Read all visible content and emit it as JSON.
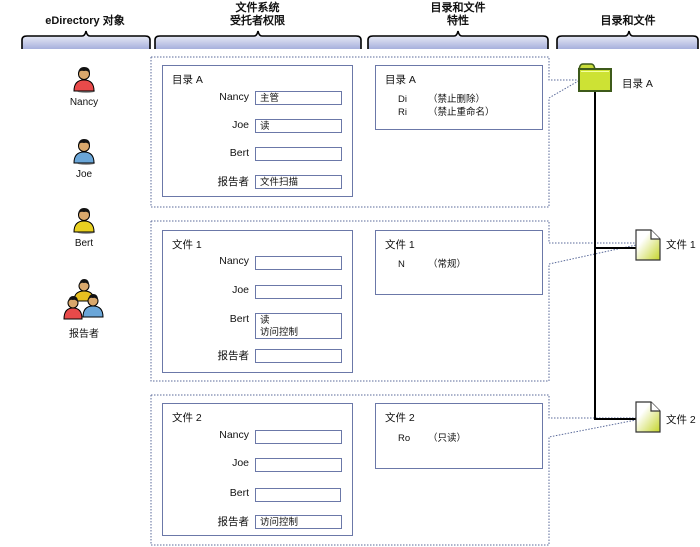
{
  "columns": {
    "objects": "eDirectory 对象",
    "trustees_line1": "文件系统",
    "trustees_line2": "受托者权限",
    "attributes_line1": "目录和文件",
    "attributes_line2": "特性",
    "tree": "目录和文件"
  },
  "users": [
    {
      "name": "Nancy",
      "icon": "user-red-icon",
      "color": "#e84a4a"
    },
    {
      "name": "Joe",
      "icon": "user-blue-icon",
      "color": "#5a9ad8"
    },
    {
      "name": "Bert",
      "icon": "user-yellow-icon",
      "color": "#e8c020"
    },
    {
      "name": "报告者",
      "icon": "group-icon",
      "color": "#e84a4a"
    }
  ],
  "sections": [
    {
      "title": "目录 A",
      "trustees": [
        {
          "user": "Nancy",
          "rights": [
            "主管"
          ]
        },
        {
          "user": "Joe",
          "rights": [
            "读"
          ]
        },
        {
          "user": "Bert",
          "rights": []
        },
        {
          "user": "报告者",
          "rights": [
            "文件扫描"
          ]
        }
      ],
      "attributes": [
        {
          "code": "Di",
          "desc": "（禁止删除）"
        },
        {
          "code": "Ri",
          "desc": "（禁止重命名）"
        }
      ]
    },
    {
      "title": "文件 1",
      "trustees": [
        {
          "user": "Nancy",
          "rights": []
        },
        {
          "user": "Joe",
          "rights": []
        },
        {
          "user": "Bert",
          "rights": [
            "读",
            "访问控制"
          ]
        },
        {
          "user": "报告者",
          "rights": []
        }
      ],
      "attributes": [
        {
          "code": "N",
          "desc": "（常规）"
        }
      ]
    },
    {
      "title": "文件 2",
      "trustees": [
        {
          "user": "Nancy",
          "rights": []
        },
        {
          "user": "Joe",
          "rights": []
        },
        {
          "user": "Bert",
          "rights": []
        },
        {
          "user": "报告者",
          "rights": [
            "访问控制"
          ]
        }
      ],
      "attributes": [
        {
          "code": "Ro",
          "desc": "（只读）"
        }
      ]
    }
  ],
  "tree": {
    "folder": {
      "label": "目录 A",
      "icon": "folder-icon"
    },
    "files": [
      {
        "label": "文件 1",
        "icon": "file-icon"
      },
      {
        "label": "文件 2",
        "icon": "file-icon"
      }
    ]
  },
  "colors": {
    "folder_fill": "#cde234",
    "folder_border": "#3d5a1a",
    "panel_border": "#6b78a8",
    "brace_fill": "#b8bfe0"
  }
}
